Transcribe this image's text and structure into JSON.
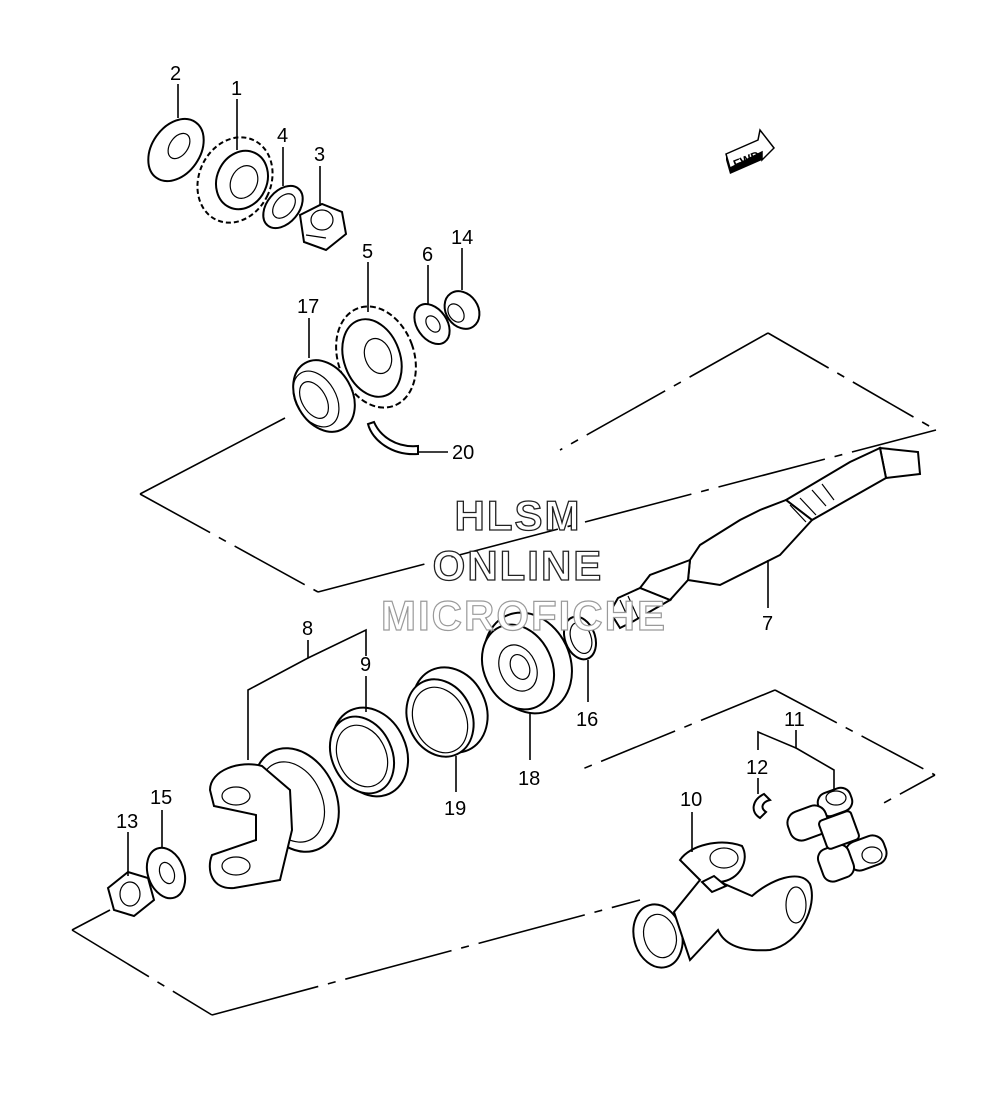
{
  "callouts": [
    {
      "id": "1",
      "label": "1"
    },
    {
      "id": "2",
      "label": "2"
    },
    {
      "id": "3",
      "label": "3"
    },
    {
      "id": "4",
      "label": "4"
    },
    {
      "id": "5",
      "label": "5"
    },
    {
      "id": "6",
      "label": "6"
    },
    {
      "id": "7",
      "label": "7"
    },
    {
      "id": "8",
      "label": "8"
    },
    {
      "id": "9",
      "label": "9"
    },
    {
      "id": "10",
      "label": "10"
    },
    {
      "id": "11",
      "label": "11"
    },
    {
      "id": "12",
      "label": "12"
    },
    {
      "id": "13",
      "label": "13"
    },
    {
      "id": "14",
      "label": "14"
    },
    {
      "id": "15",
      "label": "15"
    },
    {
      "id": "16",
      "label": "16"
    },
    {
      "id": "17",
      "label": "17"
    },
    {
      "id": "18",
      "label": "18"
    },
    {
      "id": "19",
      "label": "19"
    },
    {
      "id": "20",
      "label": "20"
    }
  ],
  "fwd_arrow": {
    "label": "FWD"
  },
  "watermark": {
    "line1": "HLSM",
    "line2": "ONLINE",
    "line3": "MICROFICHE"
  }
}
